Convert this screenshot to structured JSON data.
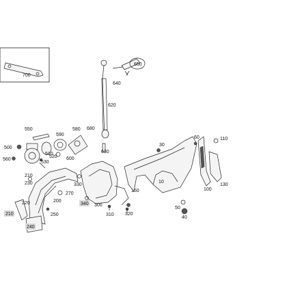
{
  "labels": {
    "l700": "700",
    "l650": "650",
    "l640": "640",
    "l620": "620",
    "l630": "630",
    "l550": "550",
    "l590": "590",
    "l580": "580",
    "l500": "500",
    "l510": "510",
    "l520": "520",
    "l530": "530",
    "l560": "560",
    "l600": "600",
    "l680": "680",
    "l210a": "210",
    "l230": "230",
    "l220": "220",
    "l270": "270",
    "l200": "200",
    "l250": "250",
    "l210b": "210",
    "l240": "240",
    "l330": "330",
    "l340": "340",
    "l300": "300",
    "l150": "150",
    "l310": "310",
    "l320": "320",
    "l30": "30",
    "l10": "10",
    "l60": "60",
    "l110": "110",
    "l100": "100",
    "l130": "130",
    "l50": "50",
    "l40": "40"
  }
}
